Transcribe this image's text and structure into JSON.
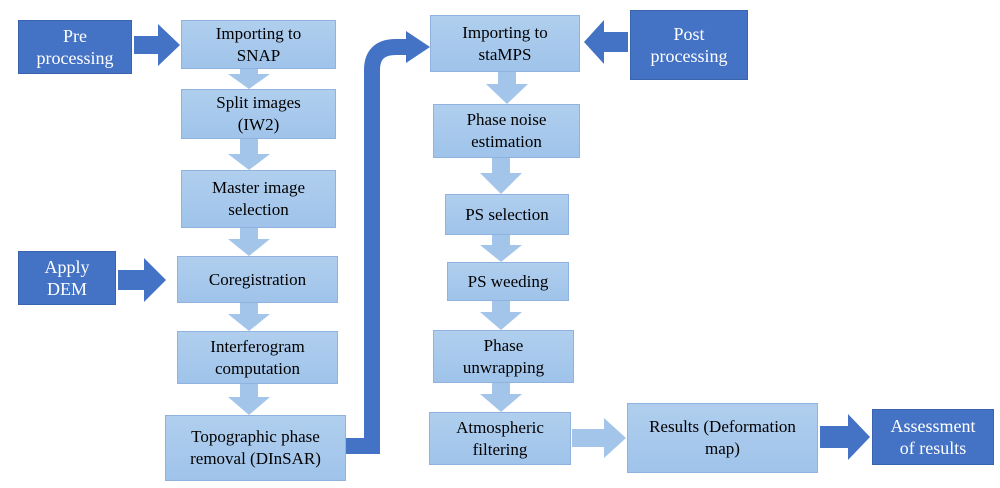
{
  "colors": {
    "light_box": "#9fc3ea",
    "dark_box": "#4472c4",
    "down_arrow": "#a4c5ea",
    "dark_arrow": "#4472c4"
  },
  "nodes": {
    "pre_processing": "Pre\nprocessing",
    "importing_snap": "Importing to\nSNAP",
    "split_images": "Split images\n(IW2)",
    "master_image": "Master image\nselection",
    "apply_dem": "Apply\nDEM",
    "coregistration": "Coregistration",
    "interferogram": "Interferogram\ncomputation",
    "topographic": "Topographic phase\nremoval (DInSAR)",
    "importing_stamps": "Importing to\nstaMPS",
    "post_processing": "Post\nprocessing",
    "phase_noise": "Phase noise\nestimation",
    "ps_selection": "PS selection",
    "ps_weeding": "PS weeding",
    "phase_unwrapping": "Phase\nunwrapping",
    "atmospheric": "Atmospheric\nfiltering",
    "results": "Results (Deformation\nmap)",
    "assessment": "Assessment\nof results"
  }
}
